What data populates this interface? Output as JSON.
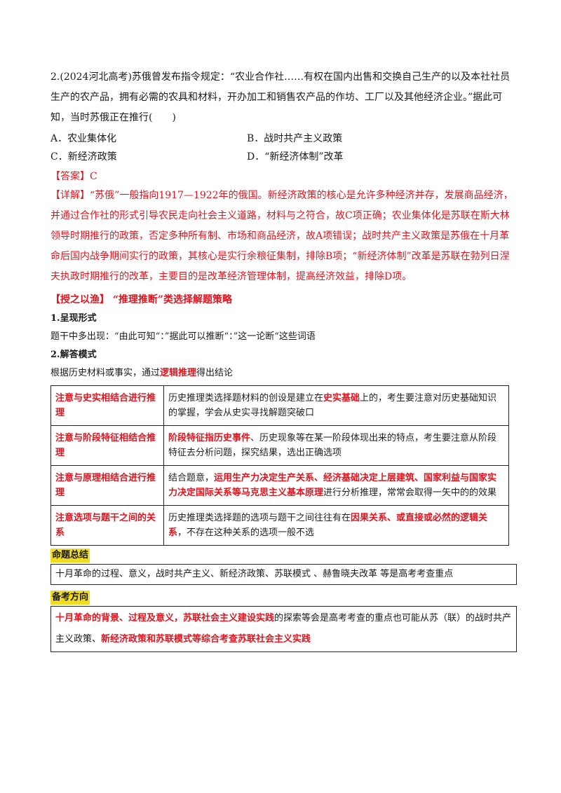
{
  "question": {
    "stem": "2.(2024河北高考)苏俄曾发布指令规定：“农业合作社……有权在国内出售和交换自己生产的以及本社社员生产的农产品，拥有必需的农具和材料，开办加工和销售农产品的作坊、工厂以及其他经济企业。”据此可知，当时苏俄正在推行(　　)",
    "options": {
      "a": "A．农业集体化",
      "b": "B．战时共产主义政策",
      "c": "C．新经济政策",
      "d": "D．“新经济体制”改革"
    }
  },
  "answer": {
    "label": "【答案】",
    "value": "C"
  },
  "detail": {
    "label": "【详解】",
    "text": "“苏俄”一般指向1917—1922年的俄国。新经济政策的核心是允许多种经济并存，发展商品经济，并通过合作社的形式引导农民走向社会主义道路，材料与之符合，故C项正确；农业集体化是苏联在斯大林领导时期推行的政策，否定多种所有制、市场和商品经济，故A项错误；战时共产主义政策是苏俄在十月革命后国内战争期间实行的政策，其核心是实行余粮征集制，排除B项；“新经济体制”改革是苏联在勃列日涅夫执政时期推行的改革，主要目的是改革经济管理体制，提高经济效益，排除D项。"
  },
  "strategy": {
    "label_a": "【授之以渔】",
    "label_b": "“推理推断”类选择解题策略",
    "s1_title": "1.呈现形式",
    "s1_text": "题干中多出现：“由此可知“：”据此可以推断“：”这一论断“这些词语",
    "s2_title": "2.解答模式",
    "s2_pre": "根据历史材料或事实，通过",
    "s2_em": "逻辑推理",
    "s2_post": "得出结论"
  },
  "table": {
    "r1": {
      "key": "注意与史实相结合进行推理",
      "t1": "历史推理类选择题材料的创设是建立在",
      "e1": "史实基础",
      "t2": "上的，考生要注意对历史基础知识的掌握，学会从史实寻找解题突破口"
    },
    "r2": {
      "key": "注意与阶段特征相结合推理",
      "e1": "阶段特征指历史事件",
      "t1": "、历史现象等在某一阶段体现出来的特点，考生要注意从阶段特征去分析问题，探究结果，选出正确选项"
    },
    "r3": {
      "key": "注意与原理相结合进行推理",
      "t1": "结合题意，",
      "e1": "运用生产力决定生产关系、经济基础决定上层建筑、国家利益与国家实力决定国际关系等马克思主义基本原理",
      "t2": "进行分析推理，常常会取得一矢中的的效果"
    },
    "r4": {
      "key": "注意选项与题干之间的关系",
      "t1": "历史推理类选择题的选项与题干之间往往有在",
      "e1": "因果关系、或直接或必然的逻辑关系",
      "t2": "，不存在这种关系的选项一般不选"
    }
  },
  "summary": {
    "title": "命题总结",
    "text": "十月革命的过程、意义，战时共产主义、新经济政策、苏联模式 、赫鲁晓夫改革 等是高考考查重点"
  },
  "direction": {
    "title": "备考方向",
    "e1": "十月革命的背景、过程及意义，苏联社会主义建设实践",
    "t1": "的探索等会是高考考查的重点也可能从苏（联）的战时共产主义政策、",
    "e2": "新经济政策和苏联模式等综合考查苏联社会主义实践"
  }
}
